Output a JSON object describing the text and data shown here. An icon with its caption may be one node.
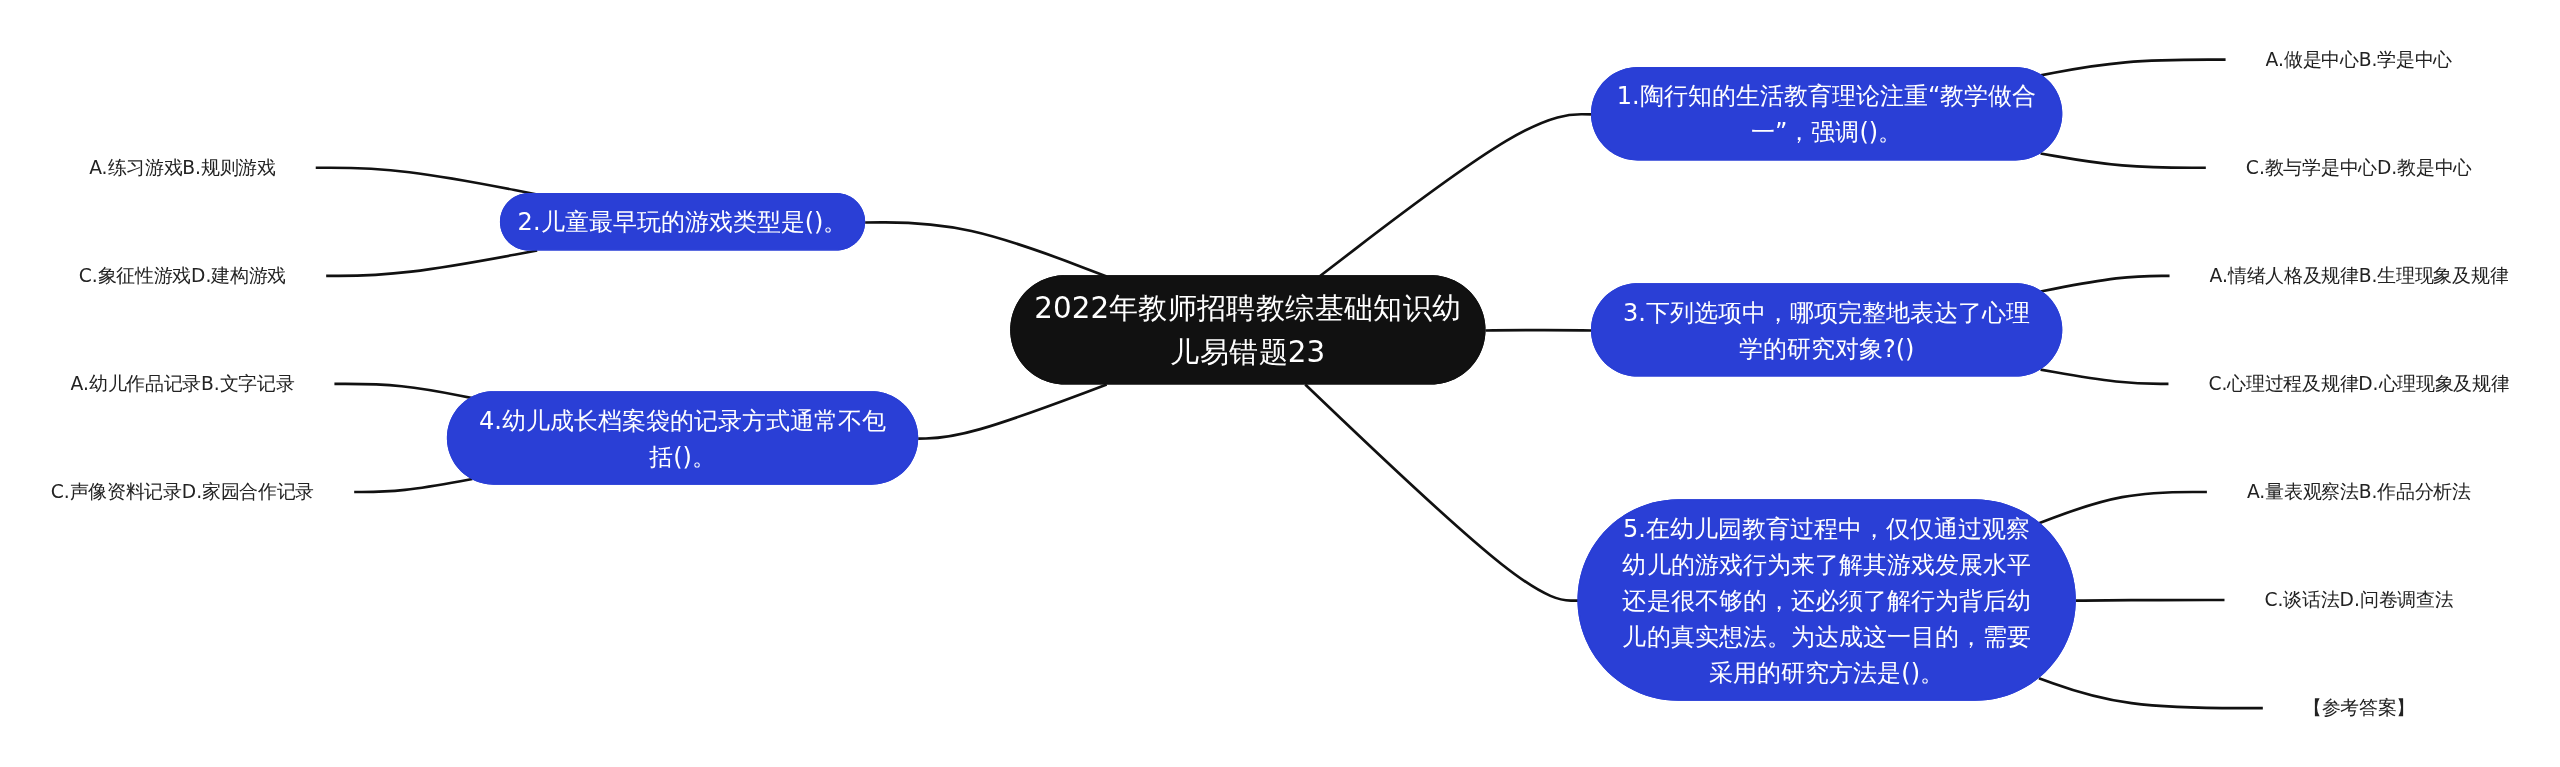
{
  "diagram": {
    "nodes": [
      {
        "text": [
          "2022年教师招聘教综基础知识幼儿易错题23"
        ]
      },
      {
        "text": [
          "1.陶行知的生活教育理论注重“教学做合一”，强调()。"
        ]
      },
      {
        "text": [
          "A.做是中心B.学是中心"
        ]
      },
      {
        "text": [
          "C.教与学是中心D.教是中心"
        ]
      },
      {
        "text": [
          "3.下列选项中，哪项完整地表达了心理学的研究对象?()"
        ]
      },
      {
        "text": [
          "A.情绪人格及规律B.生理现象及规律"
        ]
      },
      {
        "text": [
          "C.心理过程及规律D.心理现象及规律"
        ]
      },
      {
        "text": [
          "5.在幼儿园教育过程中，仅仅通过观察幼儿的游戏行为来了解其游戏发展水平还是很不够的，还必须了解行为背后幼儿的真实想法。为达成这一目的，需要采用的研究方法是()。"
        ]
      },
      {
        "text": [
          "A.量表观察法B.作品分析法"
        ]
      },
      {
        "text": [
          "C.谈话法D.问卷调查法"
        ]
      },
      {
        "text": [
          "【参考答案】"
        ]
      },
      {
        "text": [
          "2.儿童最早玩的游戏类型是()。"
        ]
      },
      {
        "text": [
          "A.练习游戏B.规则游戏"
        ]
      },
      {
        "text": [
          "C.象征性游戏D.建构游戏"
        ]
      },
      {
        "text": [
          "4.幼儿成长档案袋的记录方式通常不包括()。"
        ]
      },
      {
        "text": [
          "A.幼儿作品记录B.文字记录"
        ]
      },
      {
        "text": [
          "C.声像资料记录D.家园合作记录"
        ]
      }
    ],
    "edges": [
      {
        "from": 0,
        "to": 1,
        "arrow": "none"
      },
      {
        "from": 1,
        "to": 2,
        "arrow": "none"
      },
      {
        "from": 1,
        "to": 3,
        "arrow": "none"
      },
      {
        "from": 0,
        "to": 4,
        "arrow": "none"
      },
      {
        "from": 4,
        "to": 5,
        "arrow": "none"
      },
      {
        "from": 4,
        "to": 6,
        "arrow": "none"
      },
      {
        "from": 0,
        "to": 7,
        "arrow": "none"
      },
      {
        "from": 7,
        "to": 8,
        "arrow": "none"
      },
      {
        "from": 7,
        "to": 9,
        "arrow": "none"
      },
      {
        "from": 7,
        "to": 10,
        "arrow": "none"
      },
      {
        "from": 0,
        "to": 11,
        "arrow": "none"
      },
      {
        "from": 11,
        "to": 12,
        "arrow": "none"
      },
      {
        "from": 11,
        "to": 13,
        "arrow": "none"
      },
      {
        "from": 0,
        "to": 14,
        "arrow": "none"
      },
      {
        "from": 14,
        "to": 15,
        "arrow": "none"
      },
      {
        "from": 14,
        "to": 16,
        "arrow": "none"
      }
    ]
  }
}
